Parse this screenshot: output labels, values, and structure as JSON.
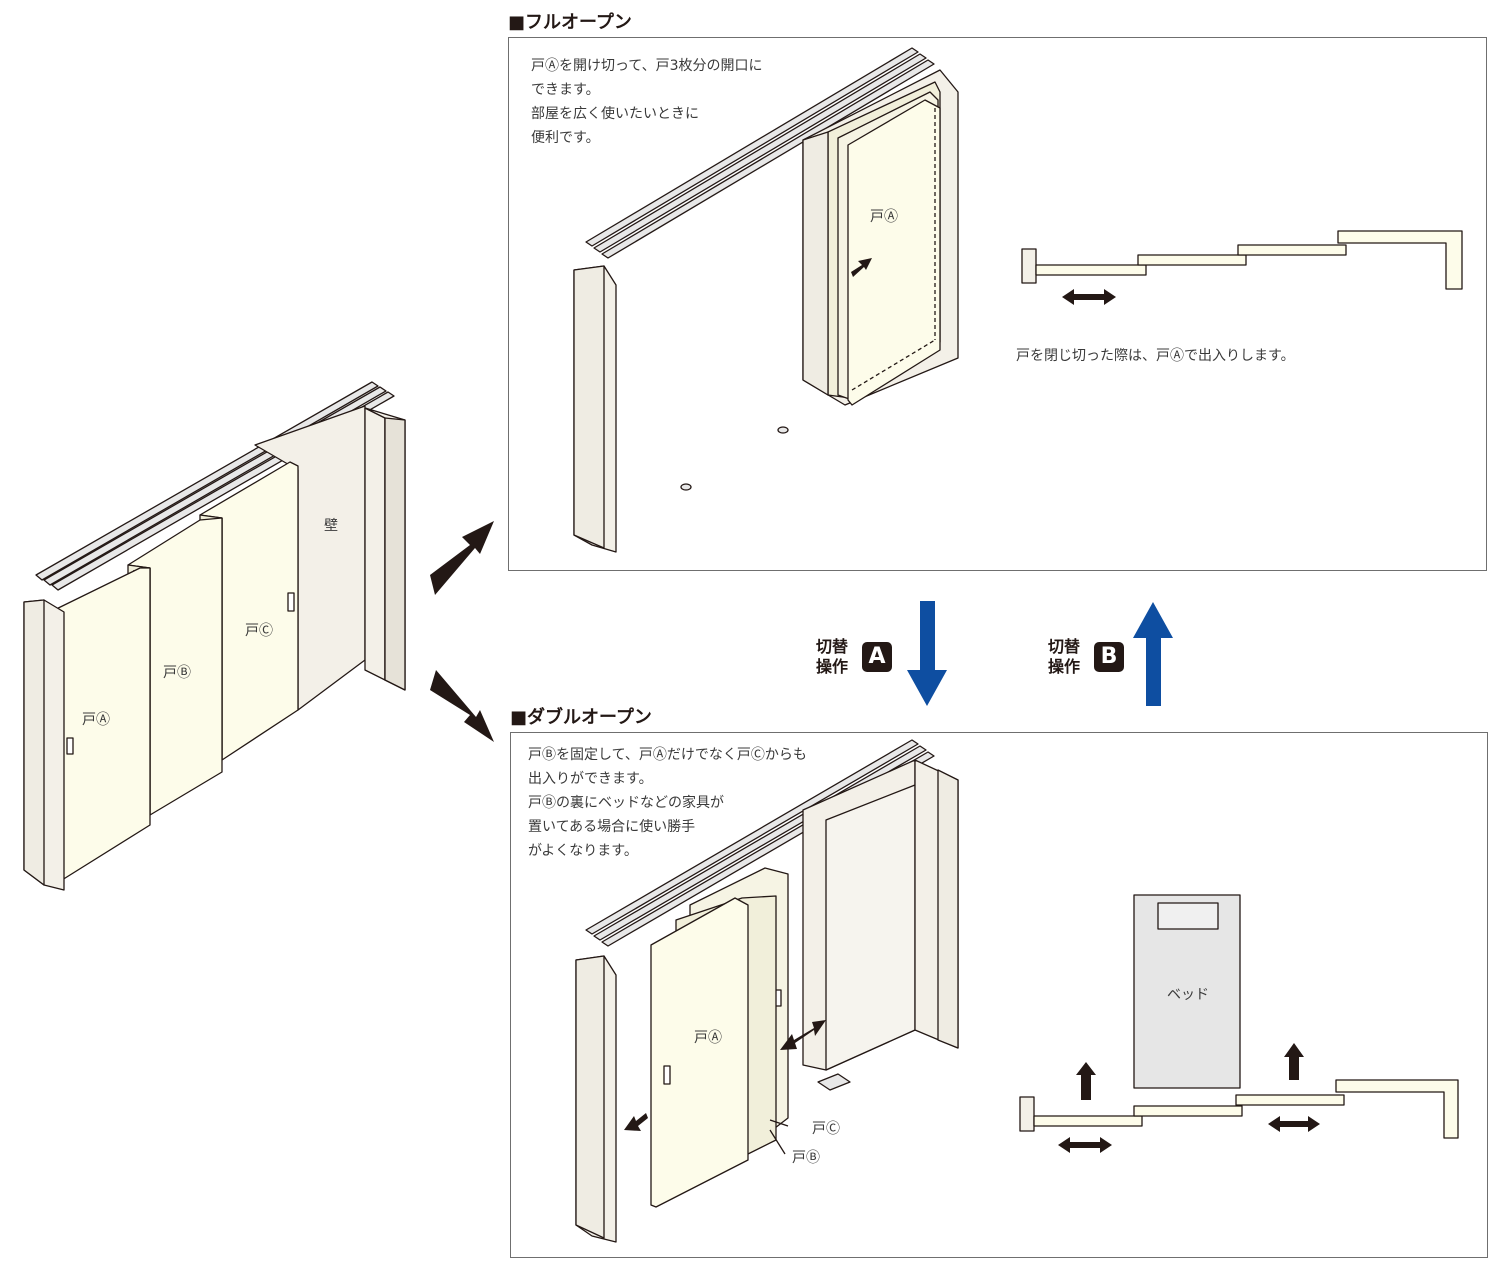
{
  "full_open": {
    "heading": "■フルオープン",
    "description": "戸Ⓐを開け切って、戸3枚分の開口に\nできます。\n部屋を広く使いたいときに\n便利です。",
    "door_a_label": "戸Ⓐ",
    "note": "戸を閉じ切った際は、戸Ⓐで出入りします。"
  },
  "double_open": {
    "heading": "■ダブルオープン",
    "description": "戸Ⓑを固定して、戸Ⓐだけでなく戸Ⓒからも\n出入りができます。\n戸Ⓑの裏にベッドなどの家具が\n置いてある場合に使い勝手\nがよくなります。",
    "door_a_label": "戸Ⓐ",
    "door_c_label": "戸Ⓒ",
    "door_b_label": "戸Ⓑ",
    "bed_label": "ベッド"
  },
  "main_unit": {
    "door_a_label": "戸Ⓐ",
    "door_b_label": "戸Ⓑ",
    "door_c_label": "戸Ⓒ",
    "wall_label": "壁"
  },
  "switch_a": {
    "label": "切替\n操作",
    "badge": "A"
  },
  "switch_b": {
    "label": "切替\n操作",
    "badge": "B"
  },
  "colors": {
    "door_fill": "#fdfcea",
    "wall_fill": "#f3f0e8",
    "outline": "#231815",
    "switch_arrow": "#0e4ea1",
    "bed_fill": "#e6e6e6"
  }
}
